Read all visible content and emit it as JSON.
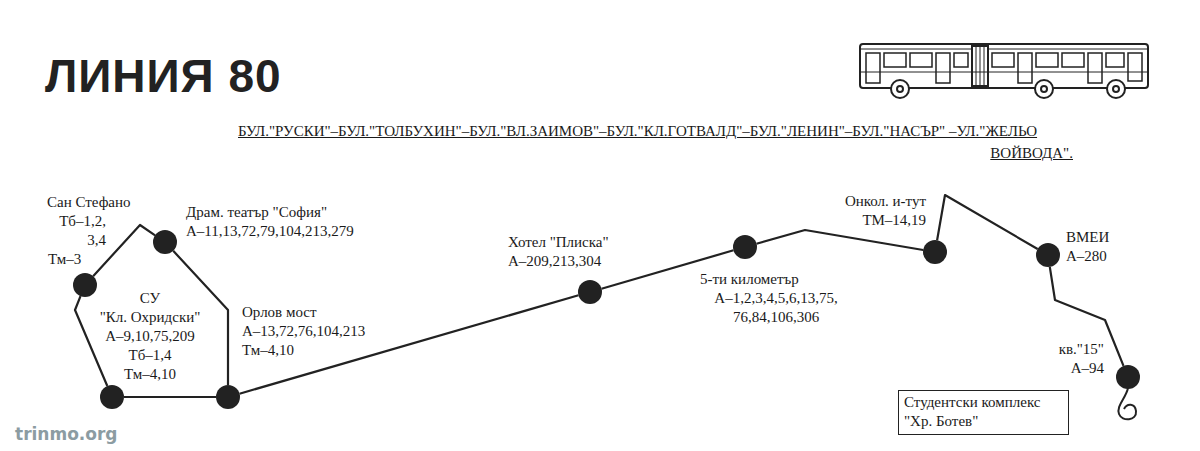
{
  "diagram": {
    "title": "ЛИНИЯ 80",
    "nodes": [
      {
        "text": [
          "Сан Стефано",
          "Тб–1,2, 3,4",
          "Тм–3"
        ]
      },
      {
        "text": [
          "Драм. театър \"София\"",
          "А–11,13,72,79,104,213,279"
        ]
      },
      {
        "text": [
          "СУ",
          "\"Кл. Охридски\"",
          "А–9,10,75,209",
          "Тб–1,4",
          "Тм–4,10"
        ]
      },
      {
        "text": [
          "Орлов мост",
          "А–13,72,76,104,213",
          "Тм–4,10"
        ]
      },
      {
        "text": [
          "Хотел \"Плиска\"",
          "А–209,213,304"
        ]
      },
      {
        "text": [
          "5-ти километър",
          "А–1,2,3,4,5,6,13,75, 76,84,106,306"
        ]
      },
      {
        "text": [
          "Онкол. и-тут",
          "ТМ–14,19"
        ]
      },
      {
        "text": [
          "ВМЕИ",
          "А–280"
        ]
      },
      {
        "text": [
          "кв.\"15\"",
          "А–94"
        ]
      },
      {
        "text": [
          "Студентски комплекс \"Хр. Ботев\""
        ]
      }
    ],
    "edges": [
      {
        "from": 0,
        "to": 1,
        "arrow": "none"
      },
      {
        "from": 1,
        "to": 3,
        "arrow": "none"
      },
      {
        "from": 3,
        "to": 2,
        "arrow": "none"
      },
      {
        "from": 2,
        "to": 0,
        "arrow": "none"
      },
      {
        "from": 3,
        "to": 4,
        "arrow": "none"
      },
      {
        "from": 4,
        "to": 5,
        "arrow": "none"
      },
      {
        "from": 5,
        "to": 6,
        "arrow": "none"
      },
      {
        "from": 6,
        "to": 7,
        "arrow": "none"
      },
      {
        "from": 7,
        "to": 8,
        "arrow": "none"
      }
    ],
    "labels": [
      "БУЛ.\"РУСКИ\"–БУЛ.\"ТОЛБУХИН\"–БУЛ.\"ВЛ.ЗАИМОВ\"–БУЛ.\"КЛ.ГОТВАЛД\"–БУЛ.\"ЛЕНИН\"–БУЛ.\"НАСЪР\" –УЛ.\"ЖЕЛЬО ВОЙВОДА\".",
      "trinmo.org"
    ]
  }
}
